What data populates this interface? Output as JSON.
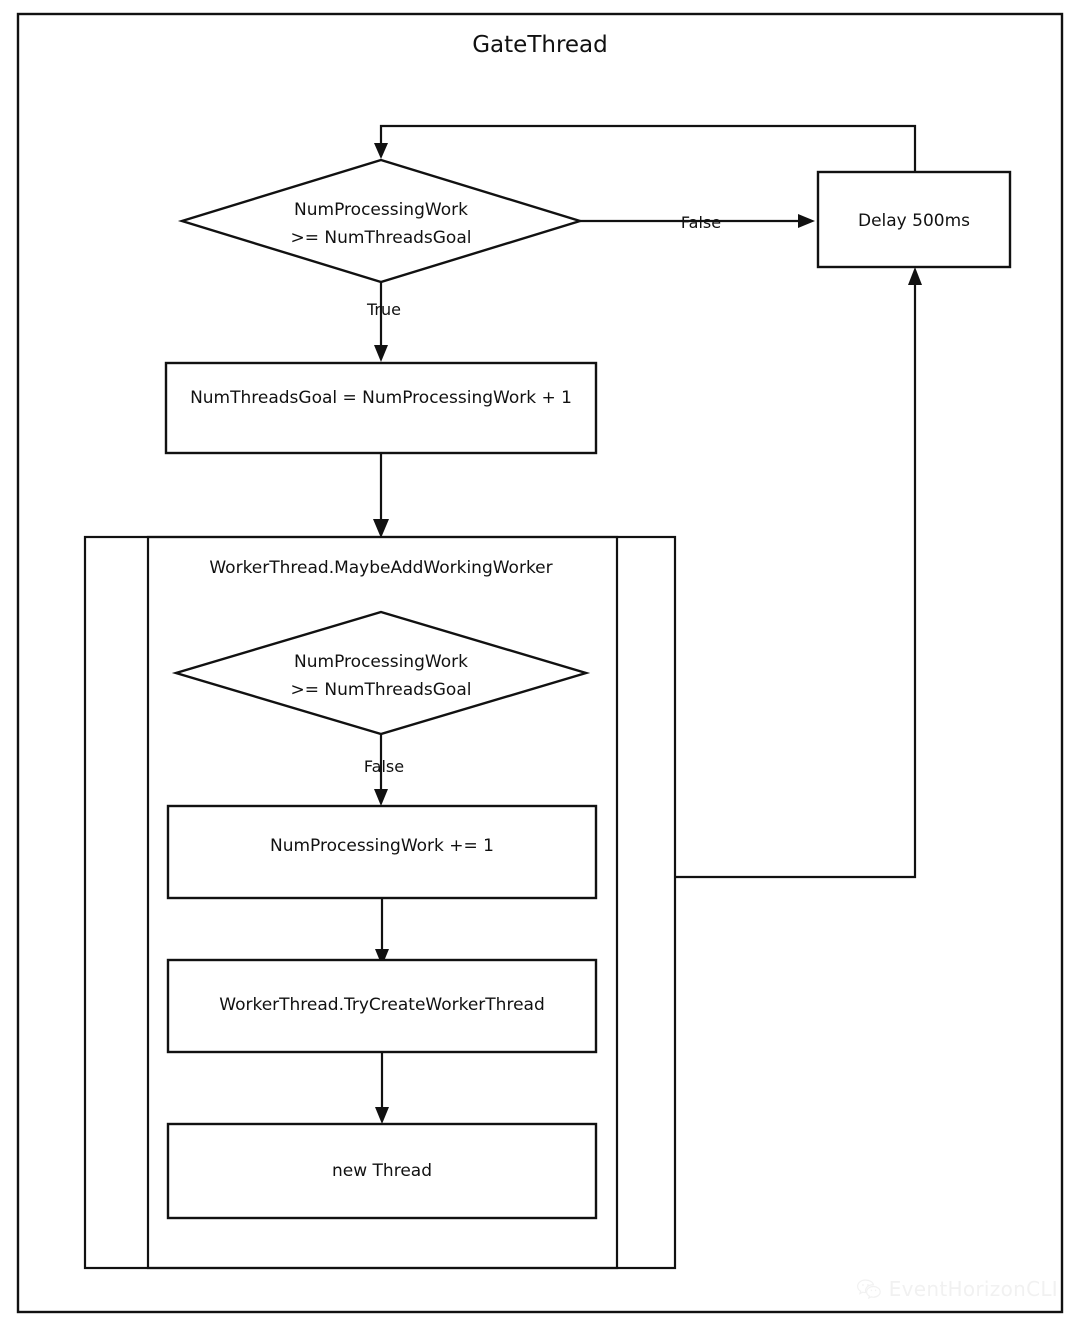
{
  "diagram": {
    "type": "flowchart",
    "title": "GateThread",
    "frame": {
      "border_color": "#111111",
      "background": "#ffffff"
    },
    "subgraph": {
      "label": "WorkerThread.MaybeAddWorkingWorker"
    },
    "nodes": [
      {
        "id": "gate-decision",
        "shape": "diamond",
        "line1": "NumProcessingWork",
        "line2": ">= NumThreadsGoal"
      },
      {
        "id": "delay",
        "shape": "rectangle",
        "label": "Delay 500ms"
      },
      {
        "id": "set-goal",
        "shape": "rectangle",
        "label": "NumThreadsGoal = NumProcessingWork + 1"
      },
      {
        "id": "worker-decision",
        "shape": "diamond",
        "line1": "NumProcessingWork",
        "line2": ">= NumThreadsGoal"
      },
      {
        "id": "increment",
        "shape": "rectangle",
        "label": "NumProcessingWork  += 1"
      },
      {
        "id": "try-create",
        "shape": "rectangle",
        "label": "WorkerThread.TryCreateWorkerThread"
      },
      {
        "id": "new-thread",
        "shape": "rectangle",
        "label": "new Thread"
      }
    ],
    "edge_labels": {
      "gate_false": "False",
      "gate_true": "True",
      "worker_false": "False"
    }
  },
  "watermark": {
    "label": "EventHorizonCLI",
    "icon": "wechat-icon",
    "color": "#d2d2d2"
  }
}
